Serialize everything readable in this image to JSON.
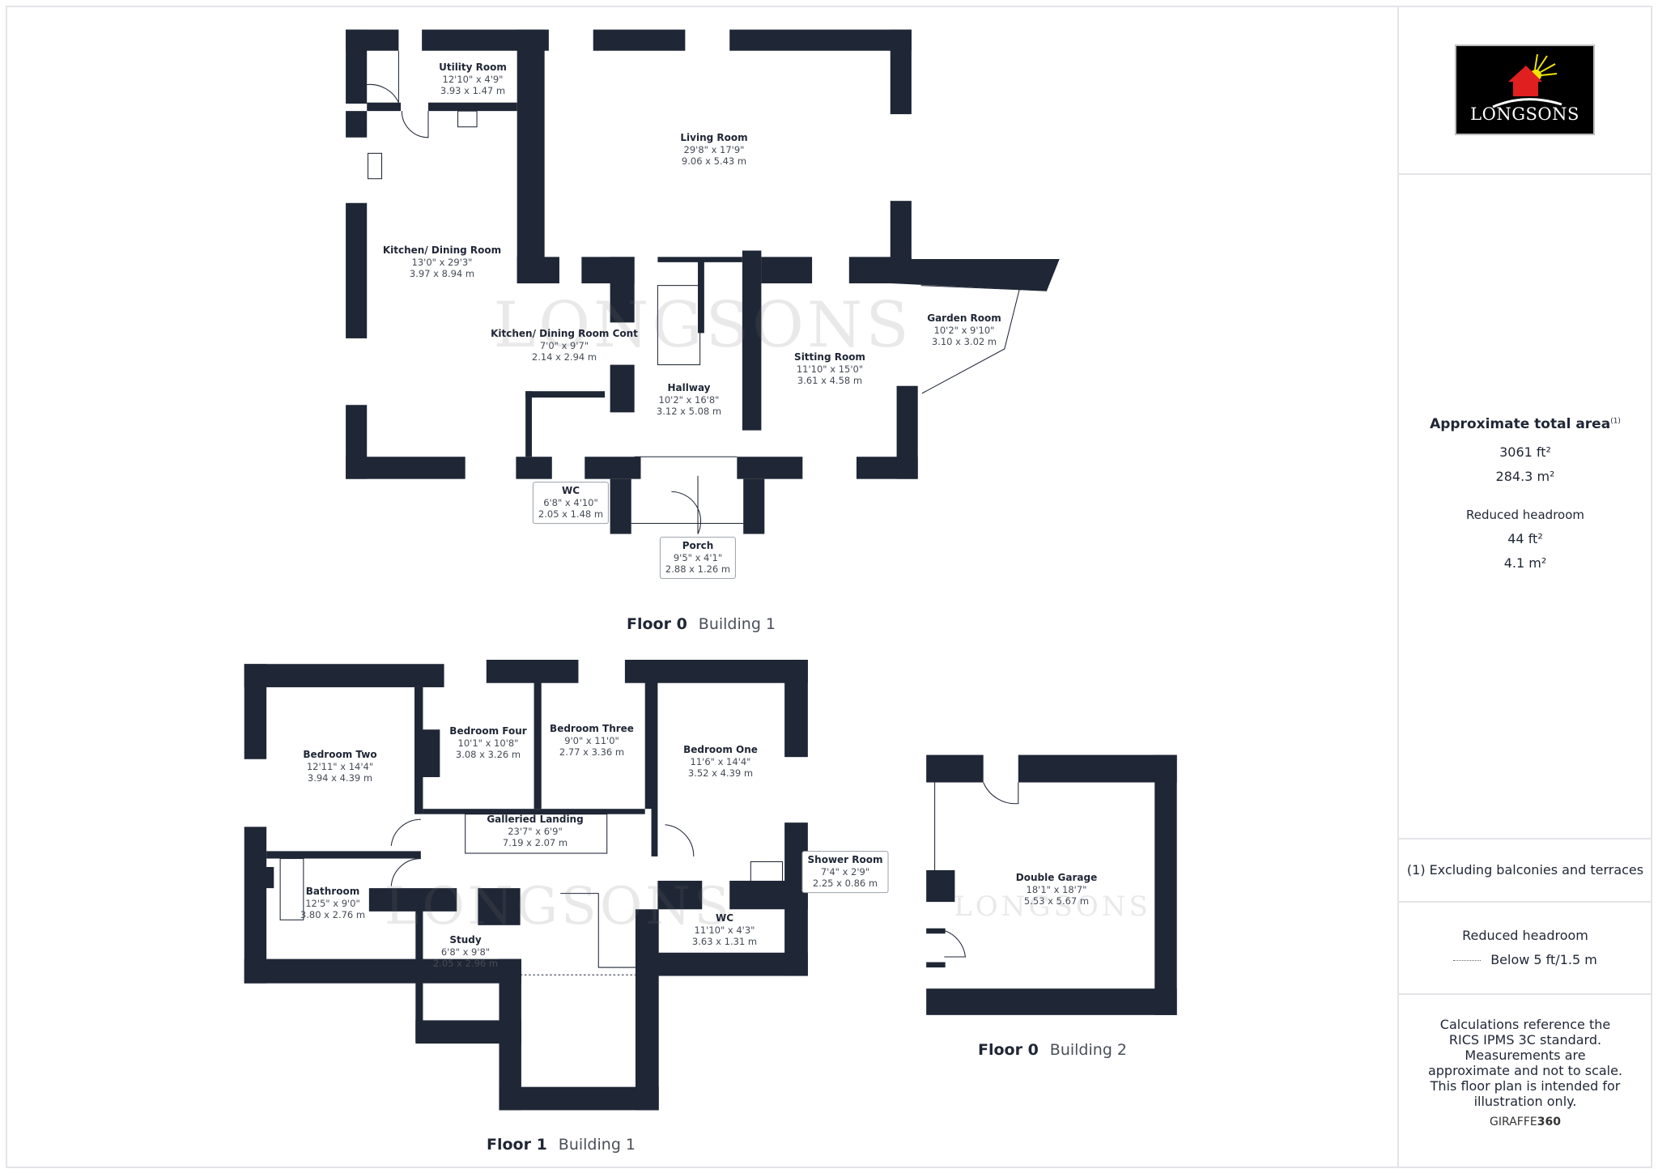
{
  "brand": {
    "logo_text": "LONGSONS",
    "watermark": "LONGSONS",
    "colors": {
      "wall": "#1f2635",
      "logo_bg": "#000000",
      "logo_roof": "#e02020",
      "logo_sun": "#f2e600"
    }
  },
  "floors": [
    {
      "floor_label": "Floor 0",
      "building_label": "Building 1",
      "rooms": [
        {
          "name": "Utility Room",
          "imperial": "12'10\" x 4'9\"",
          "metric": "3.93 x 1.47 m"
        },
        {
          "name": "Living Room",
          "imperial": "29'8\" x 17'9\"",
          "metric": "9.06 x 5.43 m"
        },
        {
          "name": "Kitchen/ Dining Room",
          "imperial": "13'0\" x 29'3\"",
          "metric": "3.97 x 8.94 m"
        },
        {
          "name": "Kitchen/ Dining Room Cont",
          "imperial": "7'0\" x 9'7\"",
          "metric": "2.14 x 2.94 m"
        },
        {
          "name": "Garden Room",
          "imperial": "10'2\" x 9'10\"",
          "metric": "3.10 x 3.02 m"
        },
        {
          "name": "Sitting Room",
          "imperial": "11'10\" x 15'0\"",
          "metric": "3.61 x 4.58 m"
        },
        {
          "name": "Hallway",
          "imperial": "10'2\" x 16'8\"",
          "metric": "3.12 x 5.08 m"
        },
        {
          "name": "WC",
          "imperial": "6'8\" x 4'10\"",
          "metric": "2.05 x 1.48 m"
        },
        {
          "name": "Porch",
          "imperial": "9'5\" x 4'1\"",
          "metric": "2.88 x 1.26 m"
        }
      ]
    },
    {
      "floor_label": "Floor 1",
      "building_label": "Building 1",
      "rooms": [
        {
          "name": "Bedroom Two",
          "imperial": "12'11\" x 14'4\"",
          "metric": "3.94 x 4.39 m"
        },
        {
          "name": "Bedroom Four",
          "imperial": "10'1\" x 10'8\"",
          "metric": "3.08 x 3.26 m"
        },
        {
          "name": "Bedroom Three",
          "imperial": "9'0\" x 11'0\"",
          "metric": "2.77 x 3.36 m"
        },
        {
          "name": "Bedroom One",
          "imperial": "11'6\" x 14'4\"",
          "metric": "3.52 x 4.39 m"
        },
        {
          "name": "Galleried Landing",
          "imperial": "23'7\" x 6'9\"",
          "metric": "7.19 x 2.07 m"
        },
        {
          "name": "Shower Room",
          "imperial": "7'4\" x 2'9\"",
          "metric": "2.25 x 0.86 m"
        },
        {
          "name": "Bathroom",
          "imperial": "12'5\" x 9'0\"",
          "metric": "3.80 x 2.76 m"
        },
        {
          "name": "WC",
          "imperial": "11'10\" x 4'3\"",
          "metric": "3.63 x 1.31 m"
        },
        {
          "name": "Study",
          "imperial": "6'8\" x 9'8\"",
          "metric": "2.05 x 2.96 m"
        }
      ]
    },
    {
      "floor_label": "Floor 0",
      "building_label": "Building 2",
      "rooms": [
        {
          "name": "Double Garage",
          "imperial": "18'1\" x 18'7\"",
          "metric": "5.53 x 5.67 m"
        }
      ]
    }
  ],
  "sidebar": {
    "total_area_heading": "Approximate total area",
    "total_area_note_ref": "(1)",
    "total_area_ft": "3061 ft²",
    "total_area_m": "284.3 m²",
    "reduced_headroom_heading": "Reduced headroom",
    "reduced_headroom_ft": "44 ft²",
    "reduced_headroom_m": "4.1 m²",
    "footnote": "(1) Excluding balconies and terraces",
    "legend_title": "Reduced headroom",
    "legend_item": "Below 5 ft/1.5 m",
    "disclaimer": "Calculations reference the RICS IPMS 3C standard. Measurements are approximate and not to scale. This floor plan is intended for illustration only.",
    "credit_light": "GIRAFFE",
    "credit_bold": "360"
  }
}
